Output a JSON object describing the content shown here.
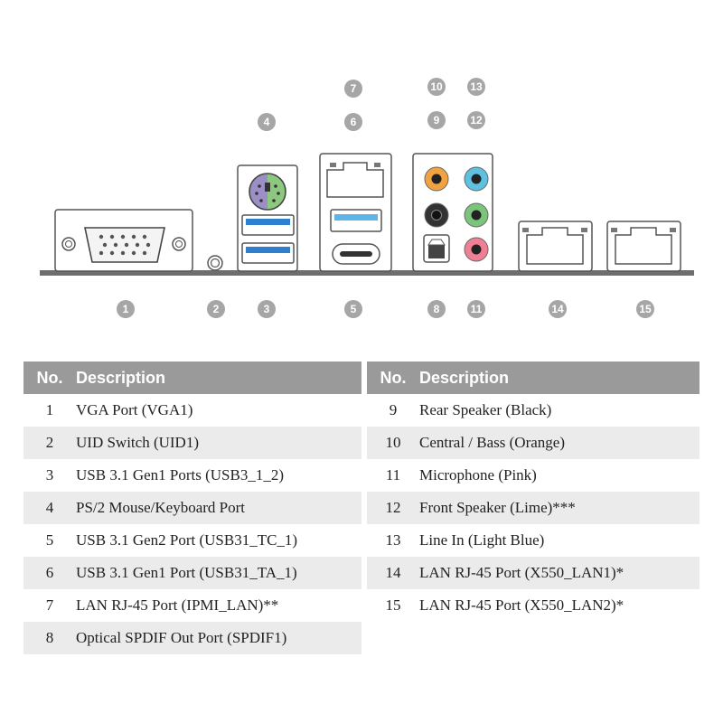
{
  "callouts": [
    "1",
    "2",
    "3",
    "4",
    "5",
    "6",
    "7",
    "8",
    "9",
    "10",
    "11",
    "12",
    "13",
    "14",
    "15"
  ],
  "colors": {
    "callout": "#a6a6a6",
    "header": "#9a9a9a",
    "row_shade": "#ebebeb",
    "usb3_blue": "#2f7fd0",
    "usb_light_blue": "#5cb5e6",
    "jack_orange": "#f0a340",
    "jack_light_blue": "#5fc1e0",
    "jack_black": "#333333",
    "jack_lime": "#7cc47c",
    "jack_pink": "#ef7f95",
    "ps2_purple": "#9b8fc6",
    "ps2_green": "#8cc97e"
  },
  "table": {
    "header_no": "No.",
    "header_desc": "Description",
    "left_rows": [
      {
        "no": "1",
        "desc": "VGA Port (VGA1)"
      },
      {
        "no": "2",
        "desc": "UID Switch (UID1)"
      },
      {
        "no": "3",
        "desc": "USB 3.1 Gen1 Ports (USB3_1_2)"
      },
      {
        "no": "4",
        "desc": "PS/2 Mouse/Keyboard Port"
      },
      {
        "no": "5",
        "desc": "USB 3.1 Gen2 Port (USB31_TC_1)"
      },
      {
        "no": "6",
        "desc": "USB 3.1 Gen1 Port (USB31_TA_1)"
      },
      {
        "no": "7",
        "desc": "LAN RJ-45 Port (IPMI_LAN)**"
      },
      {
        "no": "8",
        "desc": "Optical SPDIF Out Port (SPDIF1)"
      }
    ],
    "right_rows": [
      {
        "no": "9",
        "desc": "Rear Speaker (Black)"
      },
      {
        "no": "10",
        "desc": "Central / Bass (Orange)"
      },
      {
        "no": "11",
        "desc": "Microphone (Pink)"
      },
      {
        "no": "12",
        "desc": "Front Speaker (Lime)***"
      },
      {
        "no": "13",
        "desc": "Line In (Light Blue)"
      },
      {
        "no": "14",
        "desc": "LAN RJ-45 Port (X550_LAN1)*"
      },
      {
        "no": "15",
        "desc": "LAN RJ-45 Port (X550_LAN2)*"
      }
    ]
  }
}
